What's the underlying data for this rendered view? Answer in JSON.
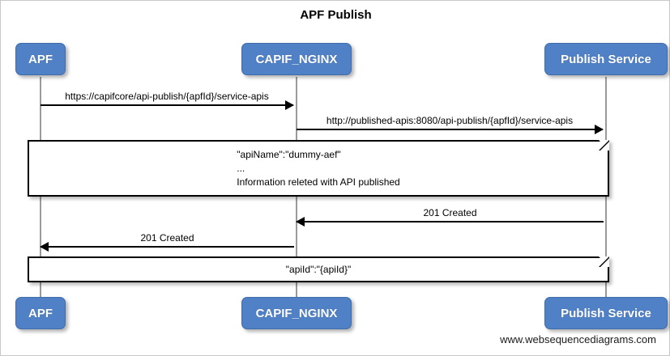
{
  "diagram": {
    "title": "APF Publish",
    "footer": "www.websequencediagrams.com",
    "accent_color": "#5080c5",
    "line_color": "#000000",
    "lifeline_color": "#9a9a9a"
  },
  "participants": [
    {
      "id": "apf",
      "label": "APF"
    },
    {
      "id": "capif_nginx",
      "label": "CAPIF_NGINX"
    },
    {
      "id": "publish_service",
      "label": "Publish Service"
    }
  ],
  "participants_bottom": [
    {
      "id": "apf",
      "label": "APF"
    },
    {
      "id": "capif_nginx",
      "label": "CAPIF_NGINX"
    },
    {
      "id": "publish_service",
      "label": "Publish Service"
    }
  ],
  "messages": [
    {
      "id": "msg-1",
      "from": "APF",
      "to": "CAPIF_NGINX",
      "direction": "right",
      "label": "https://capifcore/api-publish/{apfId}/service-apis"
    },
    {
      "id": "msg-2",
      "from": "CAPIF_NGINX",
      "to": "Publish Service",
      "direction": "right",
      "label": "http://published-apis:8080/api-publish/{apfId}/service-apis"
    },
    {
      "id": "msg-3",
      "from": "Publish Service",
      "to": "CAPIF_NGINX",
      "direction": "left",
      "label": "201 Created"
    },
    {
      "id": "msg-4",
      "from": "CAPIF_NGINX",
      "to": "APF",
      "direction": "left",
      "label": "201 Created"
    }
  ],
  "notes": [
    {
      "id": "note-1",
      "text": "\"apiName\":\"dummy-aef\"\n...\nInformation releted with API published"
    },
    {
      "id": "note-2",
      "text": "\"apiId\":\"{apiId}\""
    }
  ]
}
